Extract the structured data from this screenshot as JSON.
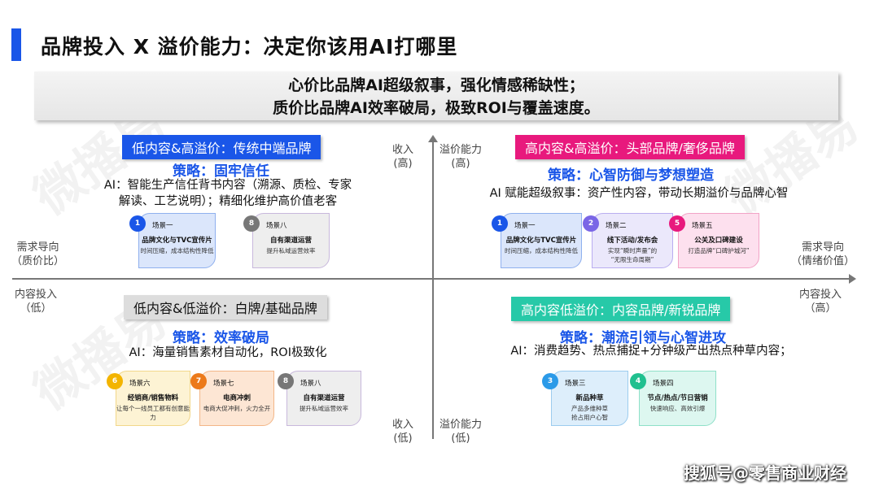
{
  "title": "品牌投入 X 溢价能力：决定你该用AI打哪里",
  "banner": [
    "心价比品牌AI超级叙事，强化情感稀缺性；",
    "质价比品牌AI效率破局，极致ROI与覆盖速度。"
  ],
  "axes": {
    "top_left": [
      "收入",
      "(高)"
    ],
    "top_right": [
      "溢价能力",
      "(高)"
    ],
    "bottom_left": [
      "收入",
      "(低)"
    ],
    "bottom_right": [
      "溢价能力",
      "(低)"
    ],
    "left_top": [
      "需求导向",
      "（质价比）"
    ],
    "left_bottom": [
      "内容投入",
      "（低）"
    ],
    "right_top": [
      "需求导向",
      "（情绪价值）"
    ],
    "right_bottom": [
      "内容投入",
      "（高）"
    ]
  },
  "quadrants": {
    "tl": {
      "header": "低内容&高溢价：传统中端品牌",
      "strategy": "策略：固牢信任",
      "desc": [
        "AI：智能生产信任背书内容（溯源、质检、专家",
        "解读、工艺说明）；精细化维护高价值老客"
      ],
      "cards": [
        {
          "n": "1",
          "label": "场景一",
          "title": "品牌文化与TVC宣传片",
          "d": [
            "时间压缩，成本结构性降低"
          ]
        },
        {
          "n": "8",
          "label": "场景八",
          "title": "自有渠道运营",
          "d": [
            "提升私域运营效率"
          ]
        }
      ]
    },
    "tr": {
      "header": "高内容&高溢价：头部品牌/奢侈品牌",
      "strategy": "策略：心智防御与梦想塑造",
      "desc": [
        "AI 赋能超级叙事：资产性内容，带动长期溢价与品牌心智"
      ],
      "cards": [
        {
          "n": "1",
          "label": "场景一",
          "title": "品牌文化与TVC宣传片",
          "d": [
            "时间压缩，成本结构性降低"
          ]
        },
        {
          "n": "2",
          "label": "场景二",
          "title": "线下活动/发布会",
          "d": [
            "实现“瞬时声量”的",
            "“无限生命周期”"
          ]
        },
        {
          "n": "5",
          "label": "场景五",
          "title": "公关及口碑建设",
          "d": [
            "打造品牌“口碑护城河”"
          ]
        }
      ]
    },
    "bl": {
      "header": "低内容&低溢价：白牌/基础品牌",
      "strategy": "策略：效率破局",
      "desc": [
        "AI：海量销售素材自动化，ROI极致化"
      ],
      "cards": [
        {
          "n": "6",
          "label": "场景六",
          "title": "经销商/销售物料",
          "d": [
            "让每个一线员工都有创意能力"
          ]
        },
        {
          "n": "7",
          "label": "场景七",
          "title": "电商冲刺",
          "d": [
            "电商大促冲刺，火力全开"
          ]
        },
        {
          "n": "8",
          "label": "场景八",
          "title": "自有渠道运营",
          "d": [
            "提升私域运营效率"
          ]
        }
      ]
    },
    "br": {
      "header": "高内容低溢价：内容品牌/新锐品牌",
      "strategy": "策略：潮流引领与心智进攻",
      "desc": [
        "AI：消费趋势、热点捕捉+分钟级产出热点种草内容；"
      ],
      "cards": [
        {
          "n": "3",
          "label": "场景三",
          "title": "新品种草",
          "d": [
            "产品多维种草",
            "抢占用户心智"
          ]
        },
        {
          "n": "4",
          "label": "场景四",
          "title": "节点/热点/节日营销",
          "d": [
            "快速响应、高效引爆"
          ]
        }
      ]
    }
  },
  "watermark": "微播易",
  "footer": "搜狐号@零售商业财经"
}
